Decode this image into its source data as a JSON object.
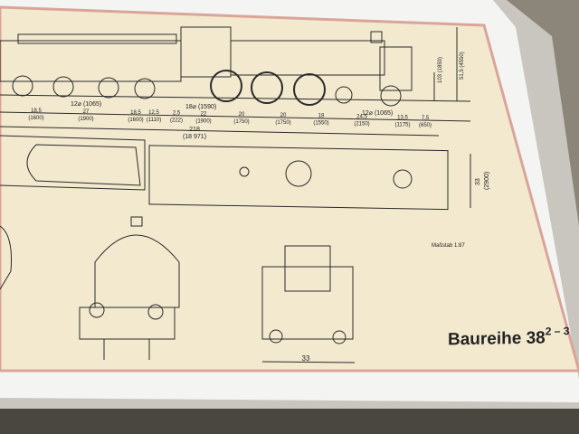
{
  "drawing": {
    "title": "Baureihe 38",
    "title_superscript": "2 – 3",
    "scale_label": "Maßstab 1:87",
    "colors": {
      "paper": "#f3e9cf",
      "border": "#d9a59a",
      "line": "#2a2a2a",
      "sheet": "#f4f4f2",
      "background": "#8c867a"
    },
    "side_view_dimensions": [
      {
        "value": "18,5",
        "mm": "(1600)"
      },
      {
        "value": "27",
        "mm": "(1900)"
      },
      {
        "value": "18,5",
        "mm": "(1600)"
      },
      {
        "value": "12,5",
        "mm": "(1110)"
      },
      {
        "value": "2,5",
        "mm": "(222)"
      },
      {
        "value": "22",
        "mm": "(1900)"
      },
      {
        "value": "20",
        "mm": "(1750)"
      },
      {
        "value": "20",
        "mm": "(1750)"
      },
      {
        "value": "18",
        "mm": "(1550)"
      },
      {
        "value": "24,5",
        "mm": "(2150)"
      },
      {
        "value": "13,5",
        "mm": "(1175)"
      },
      {
        "value": "7,5",
        "mm": "(650)"
      }
    ],
    "total_length": {
      "value": "218",
      "mm": "(18 971)"
    },
    "wheel_labels": [
      "12⌀ (1065)",
      "18⌀ (1590)",
      "12⌀ (1065)"
    ],
    "height_labels": [
      "103 (1850)",
      "51,5 (4550)"
    ],
    "plan_width": {
      "value": "33",
      "mm": "(2900)"
    },
    "end_view_width": "33"
  }
}
